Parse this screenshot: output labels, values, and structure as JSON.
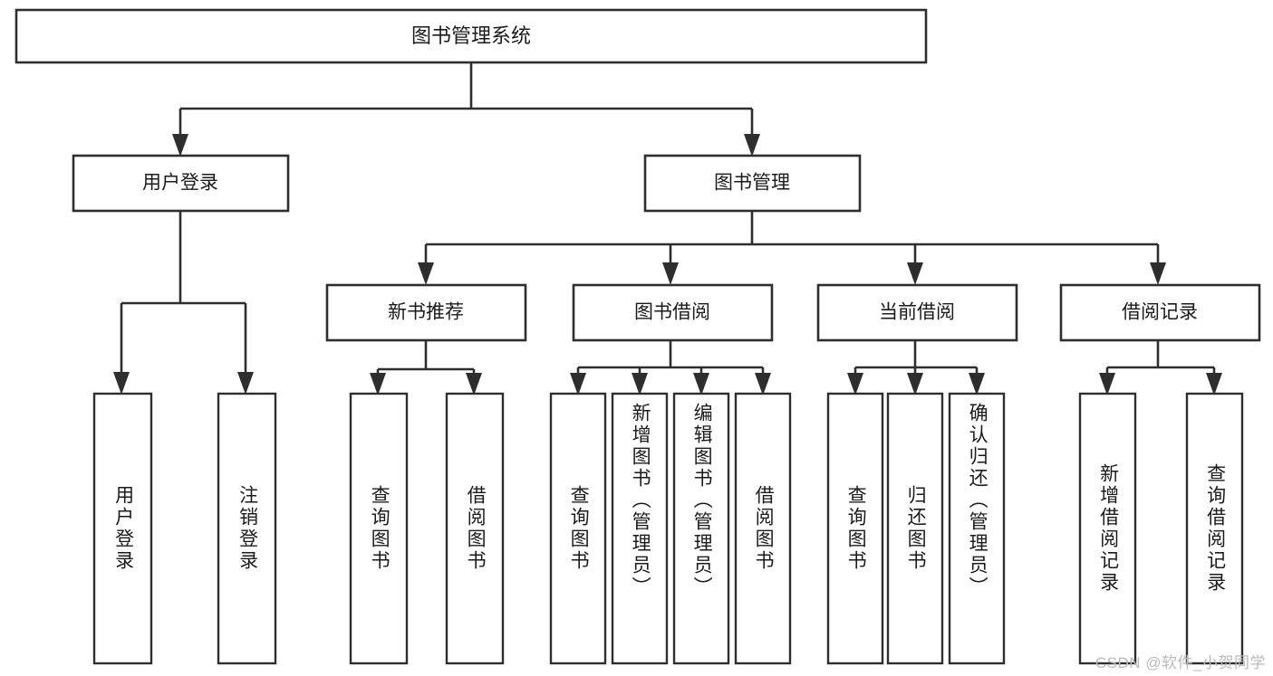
{
  "diagram": {
    "type": "tree-hierarchy-chart",
    "title": "图书管理系统",
    "orientation": "top-down",
    "levels": 4,
    "colors": {
      "box_fill": "#ffffff",
      "box_stroke": "#2e2e2e",
      "connector": "#2e2e2e",
      "text": "#1b1b1b",
      "watermark": "#b9b9b9",
      "background": "#ffffff"
    }
  },
  "root": {
    "label": "图书管理系统"
  },
  "level2": [
    {
      "label": "用户登录"
    },
    {
      "label": "图书管理"
    }
  ],
  "level3": [
    {
      "label": "新书推荐"
    },
    {
      "label": "图书借阅"
    },
    {
      "label": "当前借阅"
    },
    {
      "label": "借阅记录"
    }
  ],
  "leaves": {
    "user_login": [
      {
        "label": "用户登录"
      },
      {
        "label": "注销登录"
      }
    ],
    "new_book_recommend": [
      {
        "label": "查询图书"
      },
      {
        "label": "借阅图书"
      }
    ],
    "book_borrow": [
      {
        "label": "查询图书"
      },
      {
        "label": "新增图书（管理员）"
      },
      {
        "label": "编辑图书（管理员）"
      },
      {
        "label": "借阅图书"
      }
    ],
    "current_borrow": [
      {
        "label": "查询图书"
      },
      {
        "label": "归还图书"
      },
      {
        "label": "确认归还（管理员）"
      }
    ],
    "borrow_record": [
      {
        "label": "新增借阅记录"
      },
      {
        "label": "查询借阅记录"
      }
    ]
  },
  "watermark": {
    "text": "CSDN @软件_小贺同学"
  }
}
